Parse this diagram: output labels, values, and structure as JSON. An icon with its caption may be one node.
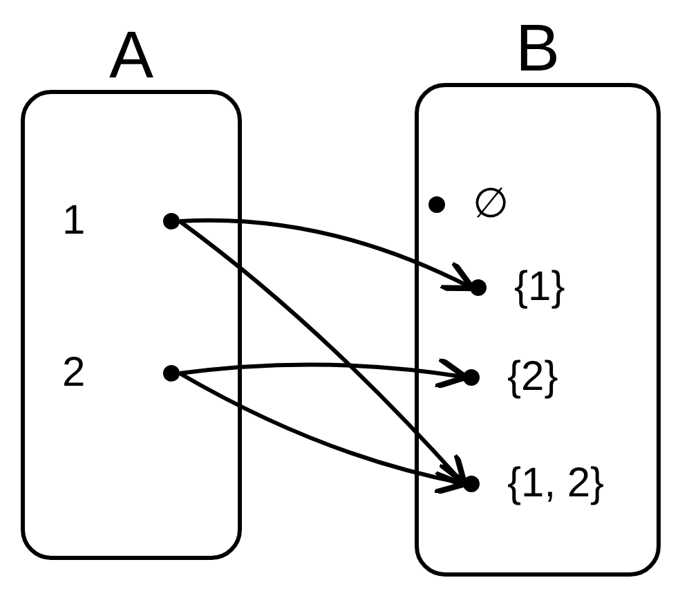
{
  "diagram": {
    "nodes": [
      {
        "text": [
          "A"
        ]
      },
      {
        "text": [
          "1"
        ],
        "in": 0
      },
      {
        "text": [
          "2"
        ],
        "in": 0
      },
      {
        "text": [
          "B"
        ]
      },
      {
        "text": [
          "∅"
        ],
        "in": 3
      },
      {
        "text": [
          "{1}"
        ],
        "in": 3
      },
      {
        "text": [
          "{2}"
        ],
        "in": 3
      },
      {
        "text": [
          "{1, 2}"
        ],
        "in": 3
      }
    ],
    "edges": [
      {
        "from": 1,
        "to": 5,
        "arrow": "to"
      },
      {
        "from": 1,
        "to": 7,
        "arrow": "to"
      },
      {
        "from": 2,
        "to": 6,
        "arrow": "to"
      },
      {
        "from": 2,
        "to": 7,
        "arrow": "to"
      }
    ]
  }
}
